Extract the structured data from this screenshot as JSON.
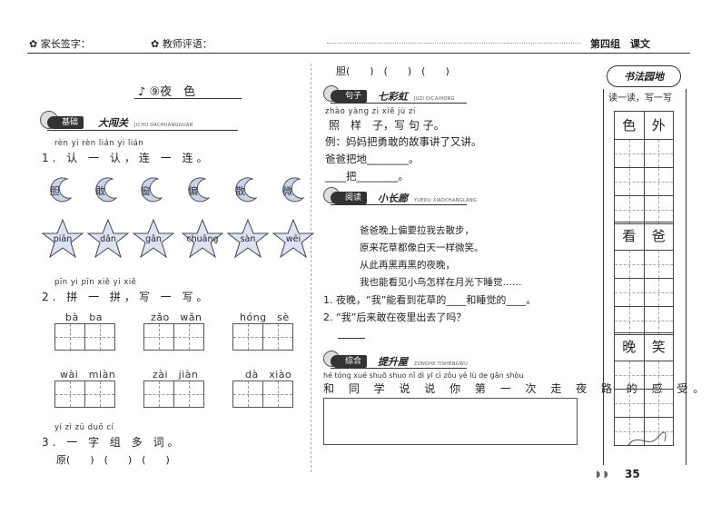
{
  "header": {
    "parent_sign": "家长签字：",
    "teacher_comment": "教师评语：",
    "group": "第四组",
    "type": "课文"
  },
  "lesson": {
    "title": "⑨夜　色"
  },
  "sec1": {
    "badge": "基础",
    "title": "大闯关",
    "sub": "JICHU DACHUANGGUAN",
    "q1_py": "rèn yi rèn lián yi lián",
    "q1": "1. 认 一 认，连 一 连。",
    "moons": [
      "胆",
      "敢",
      "窗",
      "偏",
      "散",
      "微"
    ],
    "stars": [
      "piān",
      "dǎn",
      "gǎn",
      "chuāng",
      "sàn",
      "wēi"
    ],
    "q2_py": "pīn yi pīn xiě yi xiě",
    "q2": "2. 拼 一 拼，写 一 写。",
    "words_row1": [
      "bà　ba",
      "zǎo　wǎn",
      "hóng　sè"
    ],
    "words_row2": [
      "wài　miàn",
      "zài　jiàn",
      "dà　xiào"
    ],
    "q3_py": "yí zì zǔ duō cí",
    "q3": "3. 一 字 组 多 词。",
    "q3_line": "原(　　)　(　　)　(　　)"
  },
  "right": {
    "dan_line": "胆(　　)　(　　)　(　　)",
    "sec2_badge": "句子",
    "sec2_title": "七彩虹",
    "sec2_sub": "JUZI QICAIHONG",
    "sec2_py": "zhào yàng zi xiě jù zi",
    "sec2_q": "照　样　子，写 句 子。",
    "example": "例：妈妈把勇敢的故事讲了又讲。",
    "line1": "爸爸把地________。",
    "line2": "____把________。",
    "sec3_badge": "阅读",
    "sec3_title": "小长廊",
    "sec3_sub": "YUEDU XIAOCHANGLANG",
    "poem": [
      "爸爸晚上偏要拉我去散步，",
      "原来花草都像白天一样微笑。",
      "从此再黑再黑的夜晚，",
      "我也能看见小鸟怎样在月光下睡觉……"
    ],
    "rq1": "1. 夜晚，“我”能看到花草的____和睡觉的____。",
    "rq2": "2. “我”后来敢在夜里出去了吗？",
    "sec4_badge": "综合",
    "sec4_title": "提升屋",
    "sec4_sub": "ZONGHE TISHENGWU",
    "sec4_py": "hé tóng xué shuō shuo nǐ dì yī cì zǒu yè lù de gǎn shòu",
    "sec4_q": "和 同 学 说 说 你 第 一 次 走 夜 路 的 感 受。"
  },
  "sidebar": {
    "logo": "书法园地",
    "caption": "读一读，写一写",
    "chars": [
      [
        "色",
        "外"
      ],
      [
        "看",
        "爸"
      ],
      [
        "晚",
        "笑"
      ]
    ]
  },
  "page_number": "35"
}
